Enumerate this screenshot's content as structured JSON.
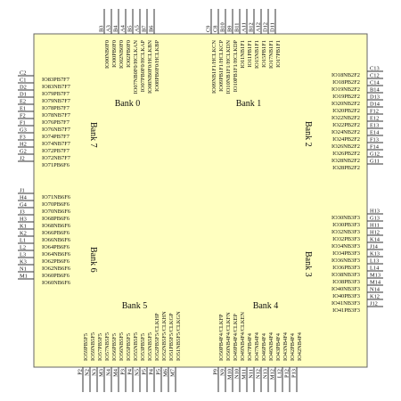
{
  "chip": {
    "fill": "#ffffc0",
    "stroke": "#666666"
  },
  "banks": [
    "Bank 0",
    "Bank 1",
    "Bank 2",
    "Bank 3",
    "Bank 4",
    "Bank 5",
    "Bank 6",
    "Bank 7"
  ],
  "left_pins": [
    {
      "ball": "C2",
      "io": "IO83PB7F7"
    },
    {
      "ball": "C1",
      "io": "IO83NB7F7"
    },
    {
      "ball": "D2",
      "io": "IO79PB7F7"
    },
    {
      "ball": "D1",
      "io": "IO79NB7F7"
    },
    {
      "ball": "E2",
      "io": "IO78PB7F7"
    },
    {
      "ball": "E1",
      "io": "IO78NB7F7"
    },
    {
      "ball": "F2",
      "io": "IO76PB7F7"
    },
    {
      "ball": "F1",
      "io": "IO76NB7F7"
    },
    {
      "ball": "G3",
      "io": "IO74PB7F7"
    },
    {
      "ball": "F3",
      "io": "IO74NB7F7"
    },
    {
      "ball": "H2",
      "io": "IO72PB7F7"
    },
    {
      "ball": "G2",
      "io": "IO72NB7F7"
    },
    {
      "ball": "J2",
      "io": "IO71PB6F6"
    },
    {
      "ball": "J1",
      "io": "IO71NB6F6"
    },
    {
      "ball": "H4",
      "io": "IO70PB6F6"
    },
    {
      "ball": "G4",
      "io": "IO70NB6F6"
    },
    {
      "ball": "J3",
      "io": "IO68PB6F6"
    },
    {
      "ball": "H3",
      "io": "IO68NB6F6"
    },
    {
      "ball": "K1",
      "io": "IO66PB6F6"
    },
    {
      "ball": "K2",
      "io": "IO66NB6F6"
    },
    {
      "ball": "L1",
      "io": "IO64PB6F6"
    },
    {
      "ball": "L2",
      "io": "IO64NB6F6"
    },
    {
      "ball": "L3",
      "io": "IO62PB6F6"
    },
    {
      "ball": "K3",
      "io": "IO62NB6F6"
    },
    {
      "ball": "N1",
      "io": "IO60PB6F6"
    },
    {
      "ball": "M1",
      "io": "IO60NB6F6"
    }
  ],
  "right_pins": [
    {
      "ball": "C13",
      "io": "IO18NB2F2"
    },
    {
      "ball": "C12",
      "io": "IO18PB2F2"
    },
    {
      "ball": "C14",
      "io": "IO19NB2F2"
    },
    {
      "ball": "B14",
      "io": "IO19PB2F2"
    },
    {
      "ball": "D13",
      "io": "IO20NB2F2"
    },
    {
      "ball": "D14",
      "io": "IO20PB2F2"
    },
    {
      "ball": "F12",
      "io": "IO22NB2F2"
    },
    {
      "ball": "E12",
      "io": "IO22PB2F2"
    },
    {
      "ball": "E13",
      "io": "IO24NB2F2"
    },
    {
      "ball": "E14",
      "io": "IO24PB2F2"
    },
    {
      "ball": "F13",
      "io": "IO26NB2F2"
    },
    {
      "ball": "F14",
      "io": "IO26PB2F2"
    },
    {
      "ball": "G12",
      "io": "IO28NB2F2"
    },
    {
      "ball": "G11",
      "io": "IO28PB2F2"
    },
    {
      "ball": "H13",
      "io": "IO30NB3F3"
    },
    {
      "ball": "G13",
      "io": "IO30PB3F3"
    },
    {
      "ball": "H11",
      "io": "IO32NB3F3"
    },
    {
      "ball": "H12",
      "io": "IO32PB3F3"
    },
    {
      "ball": "K14",
      "io": "IO34NB3F3"
    },
    {
      "ball": "J14",
      "io": "IO34PB3F3"
    },
    {
      "ball": "K13",
      "io": "IO36NB3F3"
    },
    {
      "ball": "L13",
      "io": "IO36PB3F3"
    },
    {
      "ball": "L14",
      "io": "IO38NB3F3"
    },
    {
      "ball": "M13",
      "io": "IO38PB3F3"
    },
    {
      "ball": "M14",
      "io": "IO40NB3F3"
    },
    {
      "ball": "N14",
      "io": "IO40PB3F3"
    },
    {
      "ball": "K12",
      "io": "IO41NB3F3"
    },
    {
      "ball": "J12",
      "io": "IO41PB3F3"
    }
  ],
  "top_pins": [
    {
      "ball": "B3",
      "io": "IO00NB0F0"
    },
    {
      "ball": "A3",
      "io": "IO00PB0F0"
    },
    {
      "ball": "B4",
      "io": "IO02NB0F0"
    },
    {
      "ball": "A4",
      "io": "IO02PB0F0"
    },
    {
      "ball": "B5",
      "io": "IO07NB0F0/HCLKAN"
    },
    {
      "ball": "A5",
      "io": "IO07PB0F0/HCLKAP"
    },
    {
      "ball": "B7",
      "io": "IO08NB0F0/HCLKBN"
    },
    {
      "ball": "B6",
      "io": "IO08PB0F0/HCLKBP"
    },
    {
      "ball": "C9",
      "io": "IO09NB1F1/HCLKCN"
    },
    {
      "ball": "C8",
      "io": "IO09PB1F1/HCLKCP"
    },
    {
      "ball": "B10",
      "io": "IO10NB1F1/HCLKDN"
    },
    {
      "ball": "B9",
      "io": "IO10PB1F1/HCLKDP"
    },
    {
      "ball": "B11",
      "io": "IO11NB1F1"
    },
    {
      "ball": "A11",
      "io": "IO11PB1F1"
    },
    {
      "ball": "B12",
      "io": "IO15NB1F1"
    },
    {
      "ball": "A12",
      "io": "IO15PB1F1"
    },
    {
      "ball": "D12",
      "io": "IO17NB1F1"
    },
    {
      "ball": "D11",
      "io": "IO17PB1F1"
    }
  ],
  "bottom_pins": [
    {
      "ball": "P2",
      "io": "IO59PB5F5"
    },
    {
      "ball": "N2",
      "io": "IO59NB5F5"
    },
    {
      "ball": "N3",
      "io": "IO57PB5F5"
    },
    {
      "ball": "M3",
      "io": "IO57NB5F5"
    },
    {
      "ball": "N4",
      "io": "IO56PB5F5"
    },
    {
      "ball": "M4",
      "io": "IO56NB5F5"
    },
    {
      "ball": "P3",
      "io": "IO55PB5F5"
    },
    {
      "ball": "P4",
      "io": "IO55NB5F5"
    },
    {
      "ball": "N5",
      "io": "IO53PB5F5"
    },
    {
      "ball": "P5",
      "io": "IO53NB5F5"
    },
    {
      "ball": "P4",
      "io": "IO52PB5F5/CLKHP"
    },
    {
      "ball": "P5",
      "io": "IO52NB5F5/CLKHN"
    },
    {
      "ball": "M6",
      "io": "IO51PB5F5/CLKGP"
    },
    {
      "ball": "M7",
      "io": "IO51NB5F5/CLKGN"
    },
    {
      "ball": "P9",
      "io": "IO50PB4F4/CLKFP"
    },
    {
      "ball": "N9",
      "io": "IO50NB4F4/CLKFN"
    },
    {
      "ball": "M10",
      "io": "IO49PB4F4/CLKEP"
    },
    {
      "ball": "N10",
      "io": "IO49NB4F4/CLKEN"
    },
    {
      "ball": "M11",
      "io": "IO47PB4F4"
    },
    {
      "ball": "N11",
      "io": "IO47NB4F4"
    },
    {
      "ball": "N12",
      "io": "IO46PB4F4"
    },
    {
      "ball": "N13",
      "io": "IO46NB4F4"
    },
    {
      "ball": "M12",
      "io": "IO43PB4F4"
    },
    {
      "ball": "L12",
      "io": "IO43NB4F4"
    },
    {
      "ball": "P12",
      "io": "IO42PB4F4"
    },
    {
      "ball": "P13",
      "io": "IO42NB4F4"
    }
  ]
}
